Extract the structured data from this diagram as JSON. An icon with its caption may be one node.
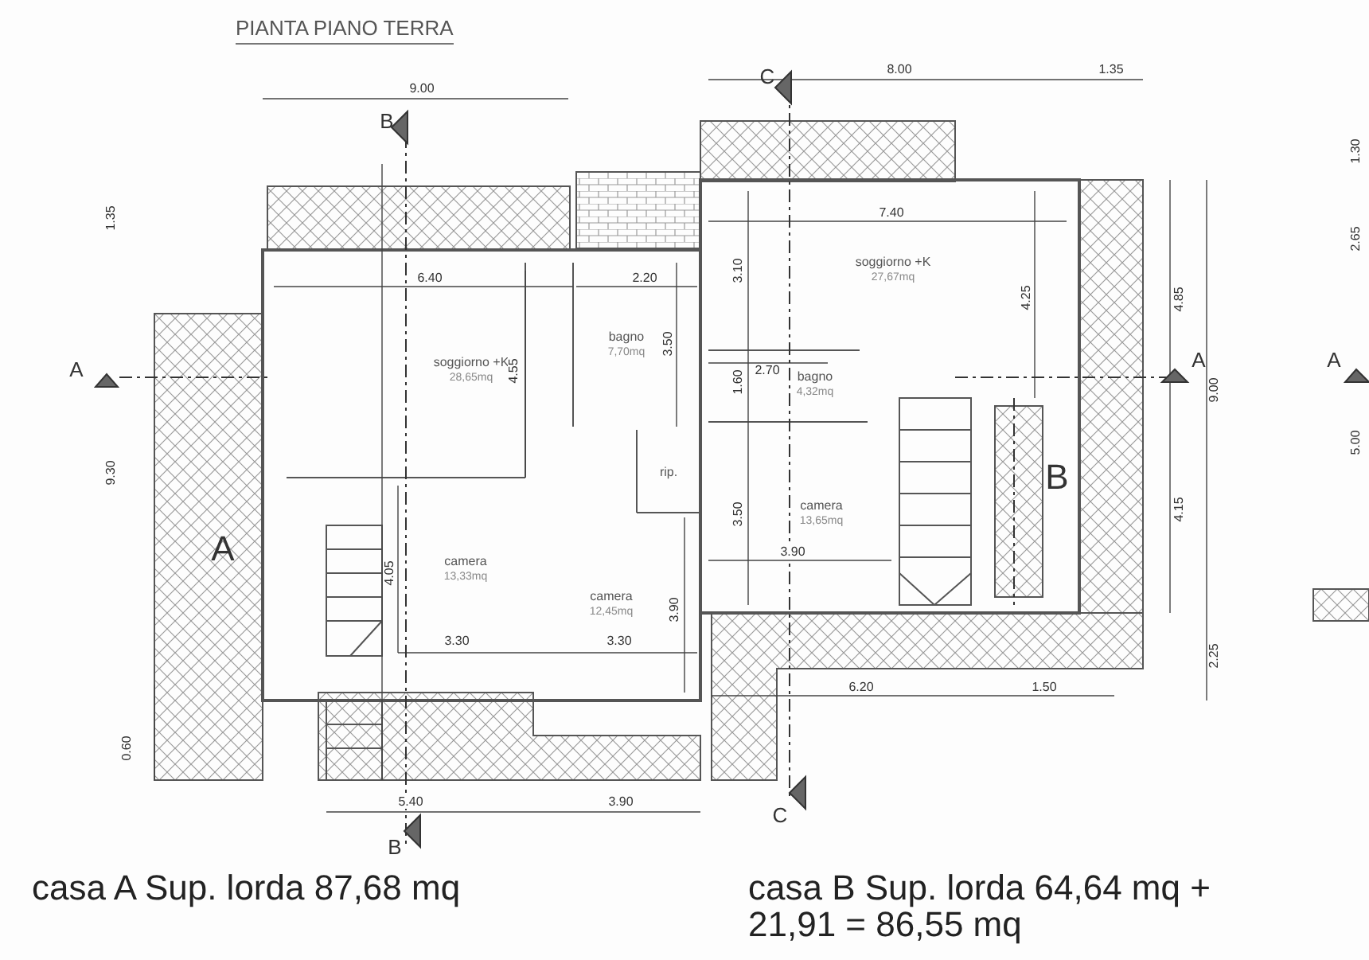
{
  "diagram": {
    "title": "PIANTA PIANO TERRA",
    "nodes": [
      {
        "text": [
          "soggiorno +K",
          "28,65mq"
        ]
      },
      {
        "text": [
          "bagno",
          "7,70mq"
        ]
      },
      {
        "text": [
          "rip."
        ]
      },
      {
        "text": [
          "camera",
          "13,33mq"
        ]
      },
      {
        "text": [
          "camera",
          "12,45mq"
        ]
      },
      {
        "text": [
          "soggiorno +K",
          "27,67mq"
        ]
      },
      {
        "text": [
          "bagno",
          "4,32mq"
        ]
      },
      {
        "text": [
          "camera",
          "13,65mq"
        ]
      }
    ],
    "labels": [
      "9.00",
      "B",
      "C",
      "8.00",
      "1.35",
      "1.30",
      "1.35",
      "2.65",
      "6.40",
      "2.20",
      "7.40",
      "3.10",
      "4.55",
      "3.50",
      "4.25",
      "4.85",
      "2.70",
      "A",
      "A",
      "A",
      "1.60",
      "9.00",
      "9.30",
      "5.00",
      "3.50",
      "4.15",
      "A",
      "B",
      "4.05",
      "3.90",
      "3.90",
      "3.30",
      "3.30",
      "2.25",
      "6.20",
      "1.50",
      "0.60",
      "C",
      "5.40",
      "B",
      "3.90",
      "casa A Sup. lorda 87,68 mq",
      "casa B Sup. lorda 64,64 mq + 21,91 = 86,55 mq"
    ]
  }
}
